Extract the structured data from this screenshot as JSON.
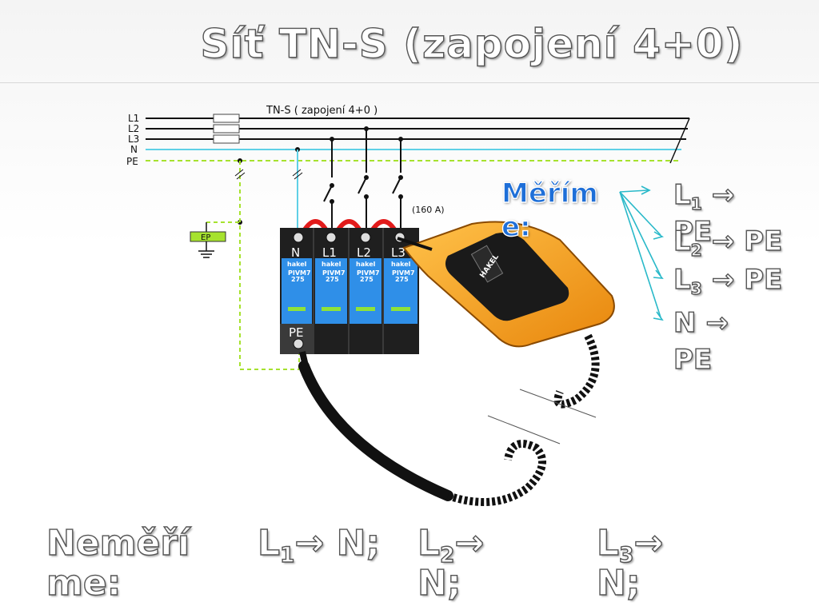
{
  "title": "Síť TN-S  (zapojení 4+0)",
  "diagram": {
    "caption": "TN-S ( zapojení 4+0 )",
    "lines": [
      "L1",
      "L2",
      "L3",
      "N",
      "PE"
    ],
    "fuse_label": "(160 A)",
    "ep_label": "EP",
    "terminals": [
      "N",
      "L1",
      "L2",
      "L3"
    ],
    "pe_terminal": "PE",
    "module_brand": "hakel",
    "module_model": "PIVM7",
    "module_voltage": "275",
    "meter_brand": "HAKEL"
  },
  "measure": {
    "heading_1": "Měřím",
    "heading_2": "e:",
    "items": [
      {
        "a": "L",
        "sub": "1",
        "arrow": "→",
        "b": "PE"
      },
      {
        "a": "L",
        "sub": "2",
        "arrow": "→",
        "b": "PE"
      },
      {
        "a": "L",
        "sub": "3",
        "arrow": "→",
        "b": "PE"
      },
      {
        "a": "N",
        "sub": "",
        "arrow": "→",
        "b": "PE"
      }
    ]
  },
  "not_measure": {
    "heading_1": "Neměří",
    "heading_2": "me:",
    "items": [
      {
        "a": "L",
        "sub": "1",
        "arrow": "→",
        "b": "N;"
      },
      {
        "a": "L",
        "sub": "2",
        "arrow": "→",
        "b": "N;"
      },
      {
        "a": "L",
        "sub": "3",
        "arrow": "→",
        "b": "N;"
      }
    ]
  },
  "colors": {
    "wire": "#111111",
    "neutral": "#5fd0e6",
    "pe": "#a6e22e",
    "module_blue": "#2f8fe8",
    "meter_orange": "#f59a1e",
    "arrow": "#29b9c9"
  }
}
